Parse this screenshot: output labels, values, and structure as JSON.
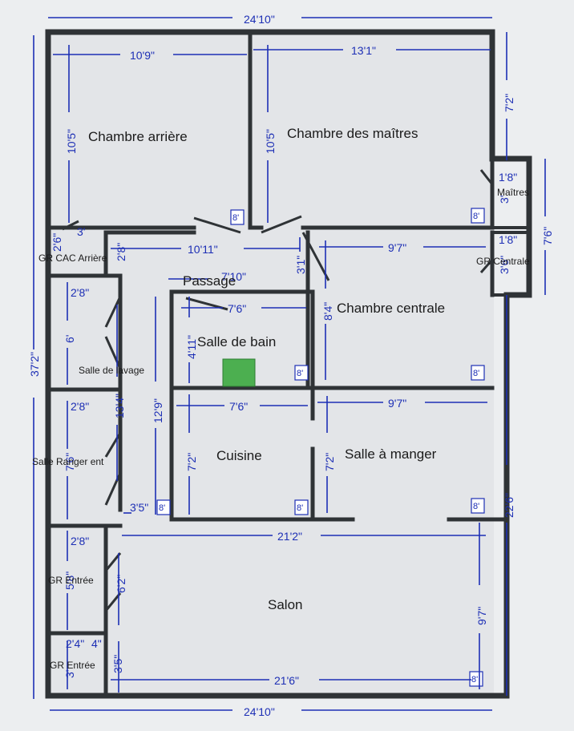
{
  "overall": {
    "width_top": "24'10\"",
    "width_bottom": "24'10\"",
    "height_left": "37'2\"",
    "right_upper": "7'2\"",
    "right_middle": "7'6\"",
    "right_lower": "22'6\""
  },
  "rooms": {
    "chambre_arriere": "Chambre arrière",
    "chambre_maitres": "Chambre des maîtres",
    "gr_maitres": "Maîtres",
    "gr_cac_arriere": "GR CAC Arrière",
    "passage": "Passage",
    "chambre_centrale": "Chambre centrale",
    "gr_centrale": "GR Centrale",
    "salle_bain": "Salle de bain",
    "salle_lavage": "Salle de lavage",
    "salle_ranger": "Salle Ranger ent",
    "cuisine": "Cuisine",
    "salle_manger": "Salle à manger",
    "gr_entree_1": "GR Entrée",
    "gr_entree_2": "GR Entrée",
    "salon": "Salon"
  },
  "dims": {
    "ca_w": "10'9\"",
    "ca_h": "10'5\"",
    "cm_w": "13'1\"",
    "cm_h": "10'5\"",
    "grm_w": "1'8\"",
    "grm_h": "3'",
    "grc_w": "1'8\"",
    "grc_h": "3'6\"",
    "cac_w": "3'",
    "cac_h": "2'6\"",
    "cac_side": "2'8\"",
    "pass_w": "10'11\"",
    "pass_w2": "7'10\"",
    "pass_h": "3'1\"",
    "cc_w": "9'7\"",
    "cc_h": "8'4\"",
    "sb_w": "7'6\"",
    "sb_h": "4'11\"",
    "sl_w": "2'8\"",
    "sl_h": "6'",
    "sl_total": "13'4\"",
    "sr_w": "2'8\"",
    "sr_h": "7'6\"",
    "cu_w": "7'6\"",
    "cu_h": "7'2\"",
    "cu_total": "12'9\"",
    "sm_w": "9'7\"",
    "sm_h": "7'2\"",
    "ent_gap": "3'5\"",
    "gre_w": "2'8\"",
    "gre_h": "5'8\"",
    "gre_d": "6'2\"",
    "salon_w_top": "21'2\"",
    "salon_h": "9'7\"",
    "salon_w_bot": "21'6\"",
    "gre2_w": "2'4\"",
    "gre2_w2": "4\"",
    "gre2_h": "3'5\"",
    "gre2_h2": "3'"
  },
  "heights": {
    "h": "8'"
  },
  "colors": {
    "dimension": "#1d2fb5",
    "wall": "#2f3336",
    "fixture": "#4caf50",
    "background": "#eceef0"
  }
}
